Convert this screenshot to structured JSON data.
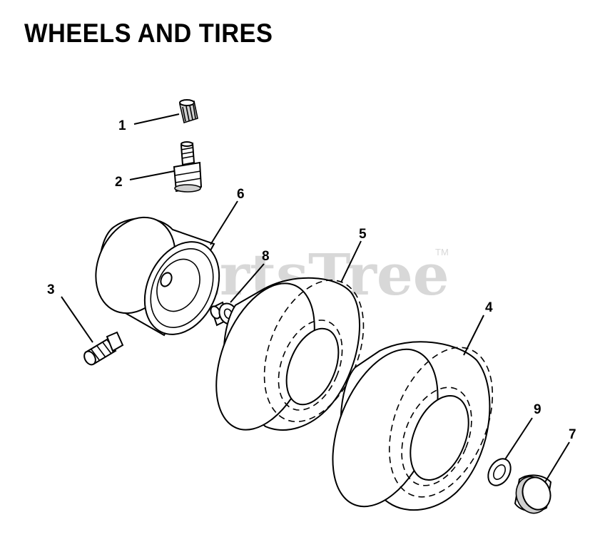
{
  "title": "WHEELS AND TIRES",
  "watermark": "PartsTree",
  "watermark_mark": "TM",
  "callouts": [
    {
      "id": "1",
      "label": "1"
    },
    {
      "id": "2",
      "label": "2"
    },
    {
      "id": "3",
      "label": "3"
    },
    {
      "id": "4",
      "label": "4"
    },
    {
      "id": "5",
      "label": "5"
    },
    {
      "id": "6",
      "label": "6"
    },
    {
      "id": "7",
      "label": "7"
    },
    {
      "id": "8",
      "label": "8"
    },
    {
      "id": "9",
      "label": "9"
    }
  ]
}
